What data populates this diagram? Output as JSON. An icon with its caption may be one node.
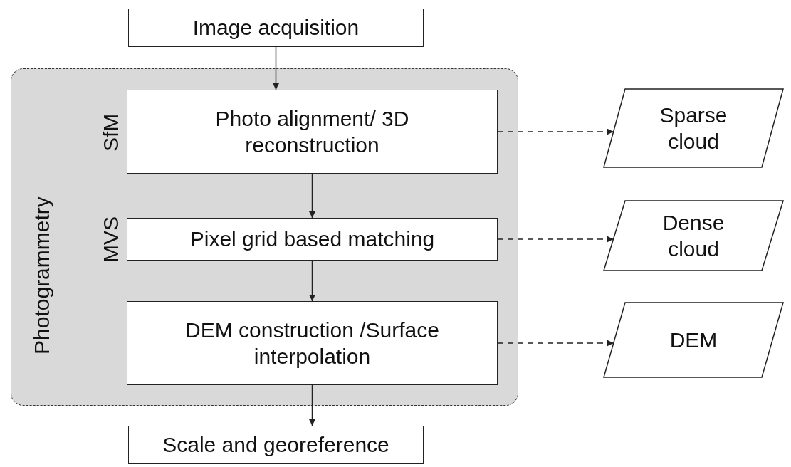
{
  "diagram": {
    "nodes": [
      {
        "text": [
          "Image acquisition"
        ]
      },
      {
        "text": [
          "Photogrammetry"
        ]
      },
      {
        "text": [
          "Photo alignment/ 3D reconstruction"
        ],
        "in": 1,
        "beside": [
          "SfM"
        ]
      },
      {
        "text": [
          "Pixel grid based matching"
        ],
        "in": 1,
        "beside": [
          "MVS"
        ]
      },
      {
        "text": [
          "DEM construction /Surface interpolation"
        ],
        "in": 1
      },
      {
        "text": [
          "Scale and georeference"
        ]
      },
      {
        "text": [
          "Sparse cloud"
        ]
      },
      {
        "text": [
          "Dense cloud"
        ]
      },
      {
        "text": [
          "DEM"
        ]
      }
    ],
    "edges": [
      {
        "from": 0,
        "to": 2,
        "arrow": "to"
      },
      {
        "from": 2,
        "to": 3,
        "arrow": "to"
      },
      {
        "from": 3,
        "to": 4,
        "arrow": "to"
      },
      {
        "from": 4,
        "to": 5,
        "arrow": "to"
      },
      {
        "from": 2,
        "to": 6,
        "arrow": "to",
        "style": "dashed"
      },
      {
        "from": 3,
        "to": 7,
        "arrow": "to",
        "style": "dashed"
      },
      {
        "from": 4,
        "to": 8,
        "arrow": "to",
        "style": "dashed"
      }
    ]
  }
}
